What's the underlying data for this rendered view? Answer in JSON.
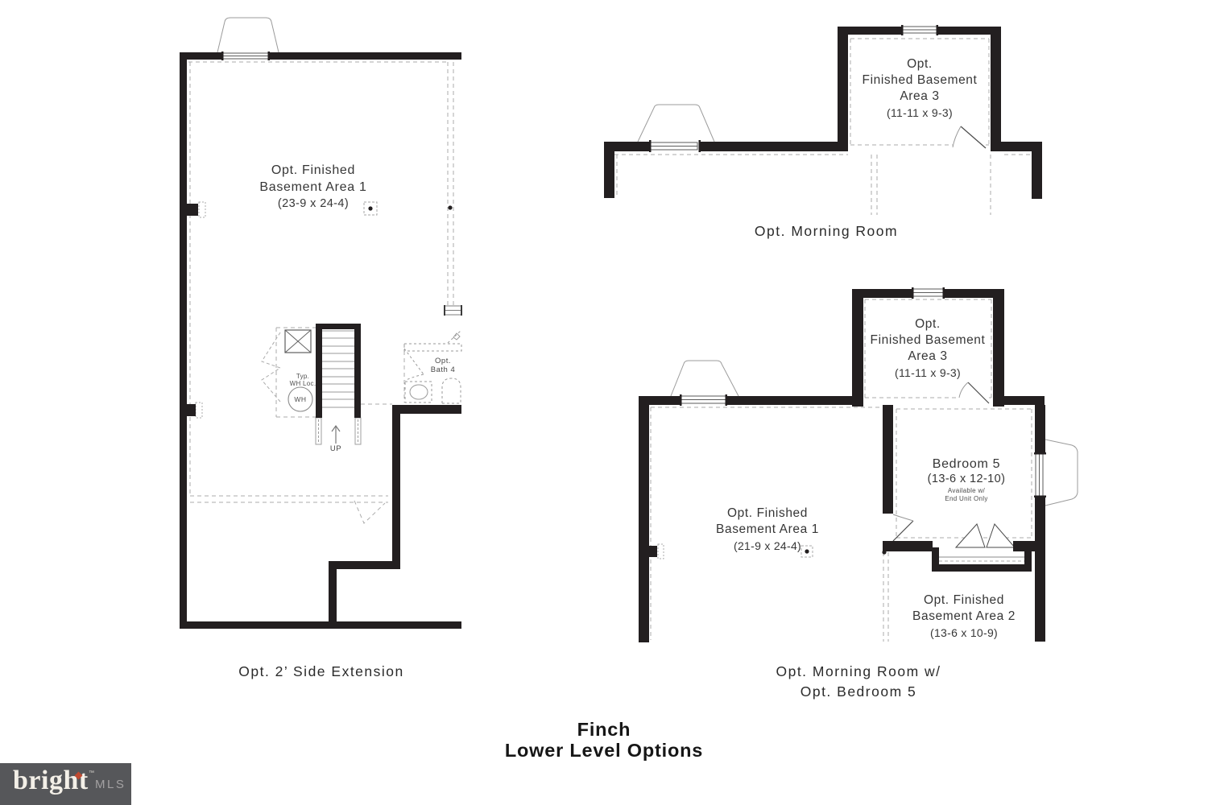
{
  "title": {
    "line1": "Finch",
    "line2": "Lower Level Options"
  },
  "side_extension_plan": {
    "caption": "Opt. 2’ Side Extension",
    "area1_line1": "Opt. Finished",
    "area1_line2": "Basement Area 1",
    "area1_dims": "(23-9 x 24-4)",
    "wh_typ": "Typ.",
    "wh_loc": "WH Loc.",
    "wh": "WH",
    "up": "UP",
    "bath_line1": "Opt.",
    "bath_line2": "Bath 4"
  },
  "morning_room_plan": {
    "caption": "Opt. Morning Room",
    "area3_line1": "Opt.",
    "area3_line2": "Finished Basement",
    "area3_line3": "Area 3",
    "area3_dims": "(11-11 x 9-3)"
  },
  "morning_bedroom_plan": {
    "caption_line1": "Opt. Morning Room w/",
    "caption_line2": "Opt. Bedroom 5",
    "area3_line1": "Opt.",
    "area3_line2": "Finished Basement",
    "area3_line3": "Area 3",
    "area3_dims": "(11-11 x 9-3)",
    "bedroom_name": "Bedroom 5",
    "bedroom_dims": "(13-6 x 12-10)",
    "bedroom_note1": "Available w/",
    "bedroom_note2": "End Unit Only",
    "area1_line1": "Opt. Finished",
    "area1_line2": "Basement Area 1",
    "area1_dims": "(21-9 x 24-4)",
    "area2_line1": "Opt. Finished",
    "area2_line2": "Basement Area 2",
    "area2_dims": "(13-6 x 10-9)"
  },
  "logo": {
    "brand": "bright",
    "tm": "™",
    "suffix": "MLS"
  },
  "colors": {
    "wall": "#231f20",
    "accent": "#c04a31",
    "logo_bg": "#56575a"
  }
}
